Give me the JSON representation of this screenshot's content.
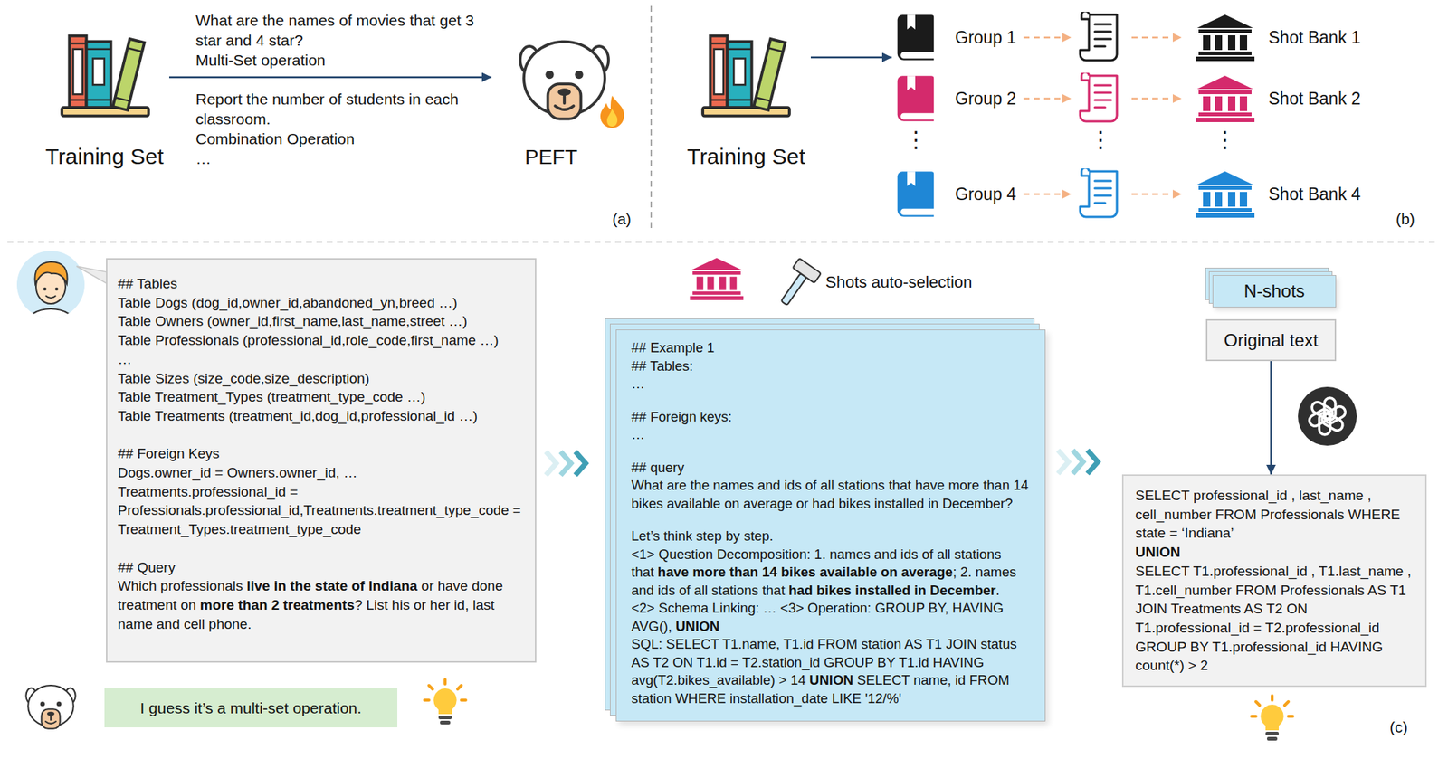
{
  "diagram": {
    "nodes": [
      {
        "text": [
          "Training Set"
        ]
      },
      {
        "text": [
          "PEFT"
        ]
      },
      {
        "text": [
          "Training Set"
        ]
      },
      {
        "text": [
          "Group 1"
        ]
      },
      {
        "text": [
          "Shot Bank 1"
        ]
      },
      {
        "text": [
          "Group 2"
        ]
      },
      {
        "text": [
          "Shot Bank 2"
        ]
      },
      {
        "text": [
          "Group 4"
        ]
      },
      {
        "text": [
          "Shot Bank 4"
        ]
      },
      {
        "text": [
          "## Tables",
          "Table Dogs (dog_id,owner_id,abandoned_yn,breed …)",
          "Table Owners (owner_id,first_name,last_name,street …)",
          "Table Professionals (professional_id,role_code,first_name …)",
          "…",
          "Table Sizes (size_code,size_description)",
          "Table Treatment_Types (treatment_type_code …)",
          "Table Treatments (treatment_id,dog_id,professional_id …)",
          "## Foreign Keys",
          "Dogs.owner_id = Owners.owner_id, …",
          "Treatments.professional_id = Professionals.professional_id,Treatments.treatment_type_code = Treatment_Types.treatment_type_code",
          "## Query",
          "Which professionals",
          "live in the state of Indiana",
          "or have done treatment on",
          "more than 2 treatments",
          "? List his or her id, last name and cell phone."
        ]
      },
      {
        "text": [
          "I guess it’s a multi-set operation."
        ]
      },
      {
        "text": [
          "## Example 1",
          "## Tables:",
          "…",
          "## Foreign keys:",
          "…",
          "## query",
          "What are the names and ids of all stations that have more than 14 bikes available on average or had bikes installed in December?",
          "Let’s think step by step.",
          "<1> Question Decomposition: 1. names and ids of all stations that",
          "have more than 14 bikes available on average",
          "; 2. names and ids of all stations that",
          "had bikes installed in December",
          ".",
          "<2> Schema Linking: … <3> Operation: GROUP BY, HAVING AVG(),",
          "UNION",
          "SQL: SELECT T1.name, T1.id FROM station AS T1 JOIN status AS T2 ON T1.id = T2.station_id GROUP BY T1.id HAVING avg(T2.bikes_available) > 14",
          "UNION",
          "SELECT name, id FROM station WHERE installation_date LIKE '12/%'"
        ]
      },
      {
        "text": [
          "N-shots"
        ]
      },
      {
        "text": [
          "Original text"
        ]
      },
      {
        "text": [
          "SELECT professional_id , last_name , cell_number FROM Professionals WHERE state = ‘Indiana’",
          "UNION",
          "SELECT T1.professional_id , T1.last_name , T1.cell_number FROM Professionals AS T1 JOIN Treatments AS T2 ON T1.professional_id = T2.professional_id GROUP BY T1.professional_id HAVING count(*) > 2"
        ]
      }
    ],
    "edges": [
      {
        "from": 0,
        "to": 1,
        "arrow": "to"
      },
      {
        "from": 2,
        "to": 3,
        "arrow": "to"
      },
      {
        "from": 3,
        "to": 4,
        "arrow": "to"
      },
      {
        "from": 5,
        "to": 6,
        "arrow": "to"
      },
      {
        "from": 7,
        "to": 8,
        "arrow": "to"
      },
      {
        "from": 13,
        "to": 14,
        "arrow": "to"
      }
    ],
    "labels": [
      "What are the names of movies that get 3 star and 4 star?",
      "Multi-Set operation",
      "Report the number of students in each classroom.",
      "Combination Operation",
      "…",
      "(a)",
      "⋮",
      "⋮",
      "⋮",
      "(b)",
      "Shots auto-selection",
      "(c)"
    ]
  }
}
